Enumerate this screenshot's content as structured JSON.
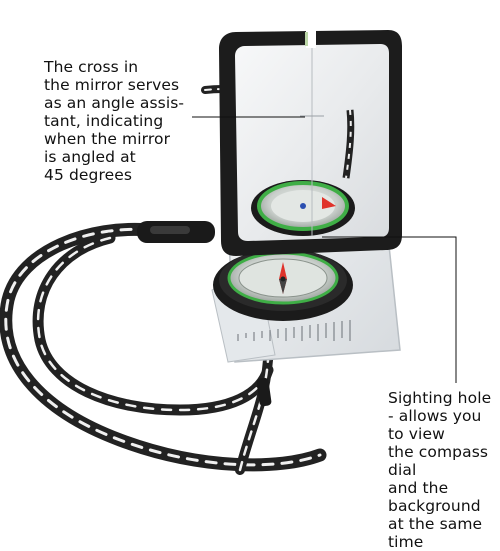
{
  "annotations": {
    "mirror_cross": "The cross in\nthe mirror serves\nas an angle assis-\ntant, indicating\nwhen the mirror\nis angled at\n45 degrees",
    "sighting_hole": "Sighting hole\n- allows you to view\nthe compass dial\nand the background\nat the same time"
  },
  "colors": {
    "housing": "#1c1c1c",
    "mirror": "#eef0f2",
    "bezel_green": "#3fae46",
    "needle_red": "#e0332b",
    "baseplate": "#e9ecef",
    "lanyard": "#222222"
  },
  "objects": {
    "product": "mirror-sighting-compass",
    "accessories": [
      "lanyard-cord",
      "cord-lock"
    ]
  }
}
